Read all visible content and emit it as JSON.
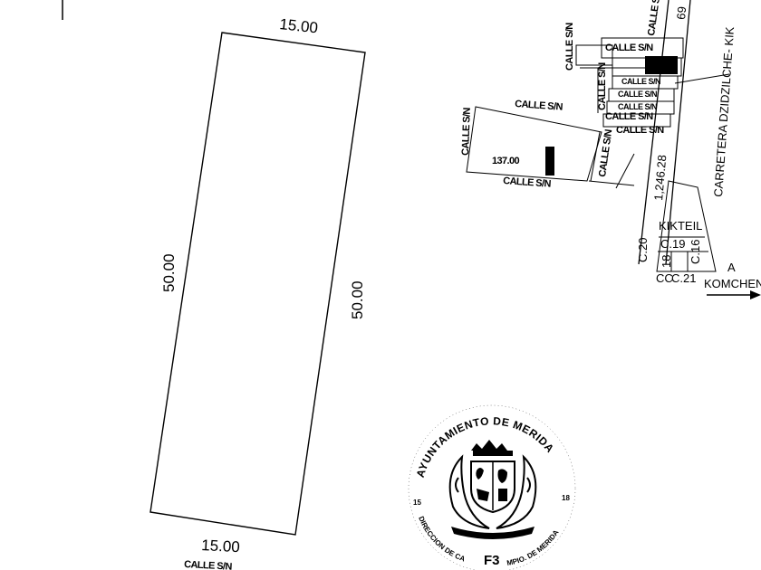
{
  "lot": {
    "top_width": "15.00",
    "bottom_width": "15.00",
    "left_length": "50.00",
    "right_length": "50.00",
    "bottom_street": "CALLE S/N"
  },
  "location_map": {
    "road_label": "CARRETERA DZIDZILCHE- KIK",
    "street_generic": "CALLE S/N",
    "streets": [
      "CALLE S/N",
      "CALLE S/N",
      "CALLE S/N",
      "CALLE S/N",
      "CALLE S/N",
      "CALLE S/N",
      "CALLE S/N",
      "CALLE S/N",
      "CALLE S/N",
      "CALLE S/N",
      "CALLE S/N",
      "CALLE S/N",
      "CALLE S/N"
    ],
    "distance_1": "137.00",
    "distance_2": "1,246.28",
    "number_top": "69",
    "town": "KIKTEIL",
    "c19": "C.19",
    "c20": "C.20",
    "c21": "C.21",
    "c18": "18",
    "c16": "C.16",
    "cc": "CC",
    "to_label": "A",
    "to_town": "KOMCHEN"
  },
  "seal": {
    "top_text": "AYUNTAMIENTO DE MERIDA",
    "year_left": "15",
    "year_right": "18",
    "bottom_left": "DIRECCION DE CA",
    "bottom_right": "MPIO. DE MERIDA",
    "code": "F3"
  }
}
